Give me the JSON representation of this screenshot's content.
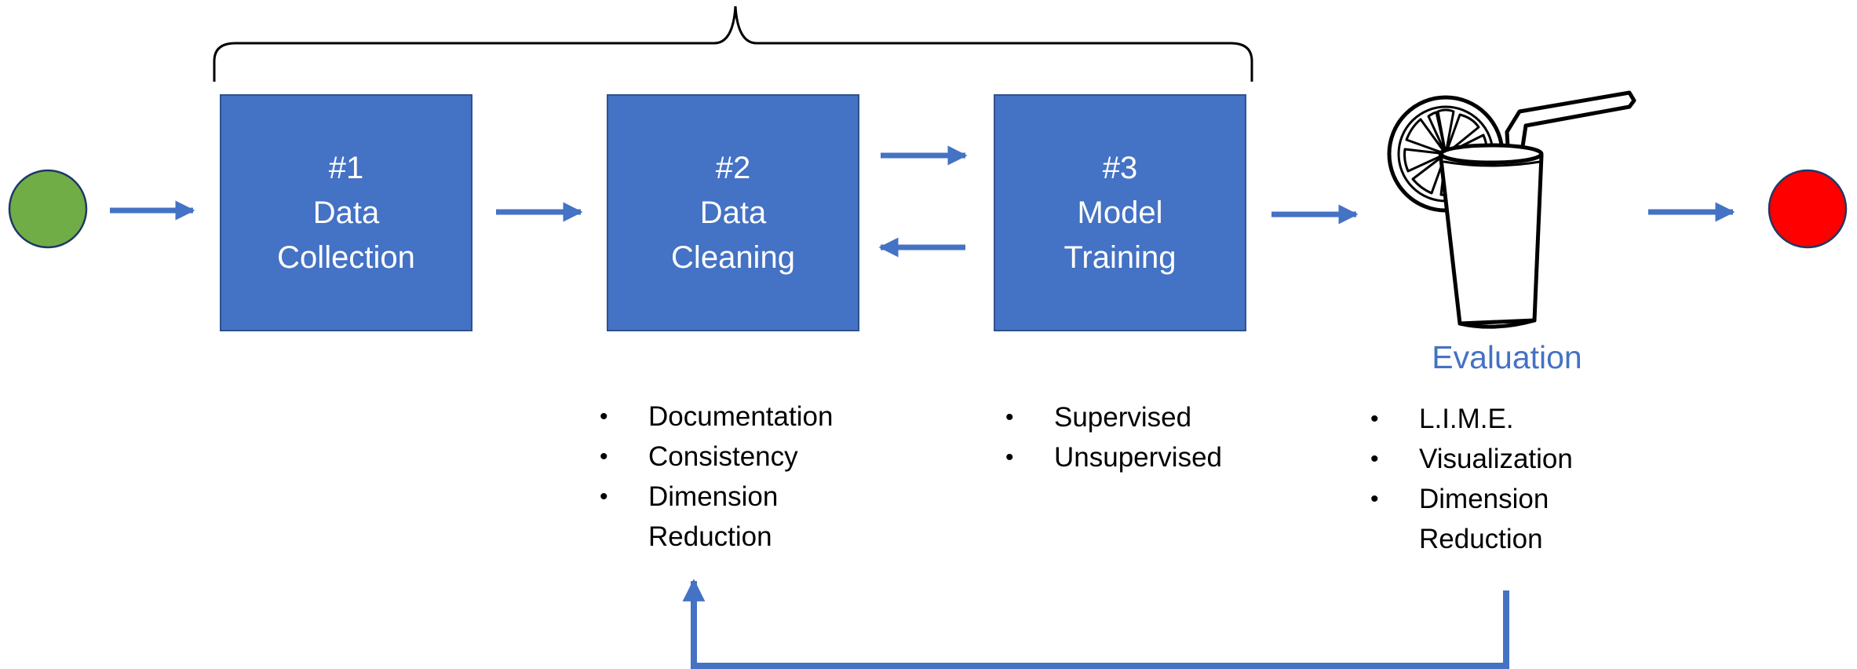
{
  "diagram": {
    "start_node": {
      "color": "#70ad47"
    },
    "end_node": {
      "color": "#ff0000"
    },
    "accent_color": "#4472c4",
    "steps": [
      {
        "number": "#1",
        "line1": "Data",
        "line2": "Collection"
      },
      {
        "number": "#2",
        "line1": "Data",
        "line2": "Cleaning"
      },
      {
        "number": "#3",
        "line1": "Model",
        "line2": "Training"
      }
    ],
    "evaluation": {
      "label": "Evaluation",
      "icon": "lemonade-glass-icon"
    },
    "cleaning_notes": [
      "Documentation",
      "Consistency",
      "Dimension Reduction"
    ],
    "training_notes": [
      "Supervised",
      "Unsupervised"
    ],
    "evaluation_notes": [
      "L.I.M.E.",
      "Visualization",
      "Dimension Reduction"
    ]
  }
}
